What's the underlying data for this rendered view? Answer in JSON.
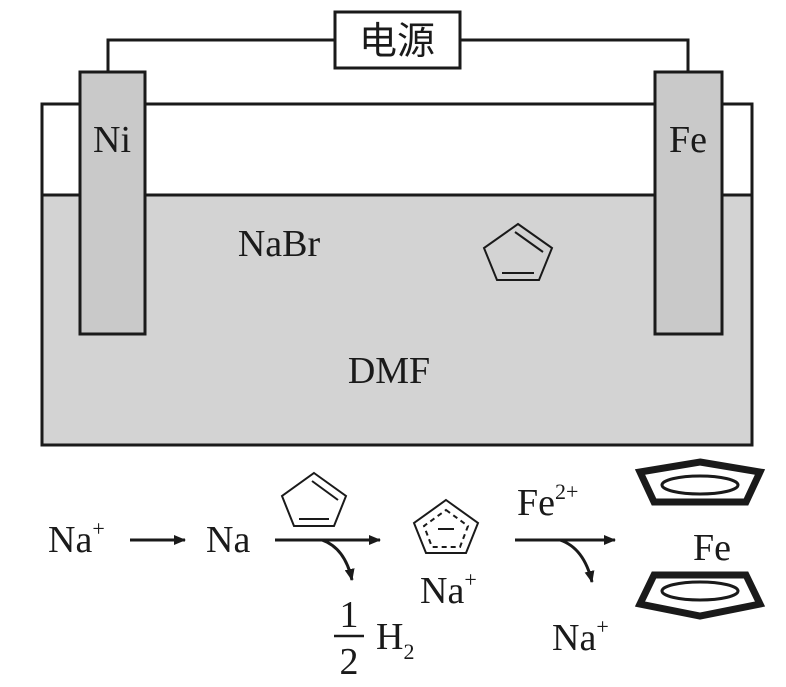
{
  "power_source": {
    "label": "电源"
  },
  "electrodes": {
    "left": "Ni",
    "right": "Fe"
  },
  "electrolyte": {
    "salt": "NaBr",
    "solvent": "DMF"
  },
  "colors": {
    "solution": "#d3d3d3",
    "electrode": "#c9c9c9",
    "line": "#1a1a1a"
  },
  "reaction": {
    "na_ion": {
      "base": "Na",
      "charge": "+"
    },
    "sodium": "Na",
    "hydrogen": {
      "coefficient_num": "1",
      "coefficient_den": "2",
      "base": "H",
      "subscript": "2"
    },
    "cp_sodium": {
      "base": "Na",
      "charge": "+"
    },
    "iron_ion": {
      "base": "Fe",
      "charge": "2+"
    },
    "released_na": {
      "base": "Na",
      "charge": "+"
    },
    "product_metal": "Fe"
  },
  "icons": [
    "cyclopentadiene-icon",
    "cyclopentadienyl-anion-icon",
    "ferrocene-icon"
  ]
}
